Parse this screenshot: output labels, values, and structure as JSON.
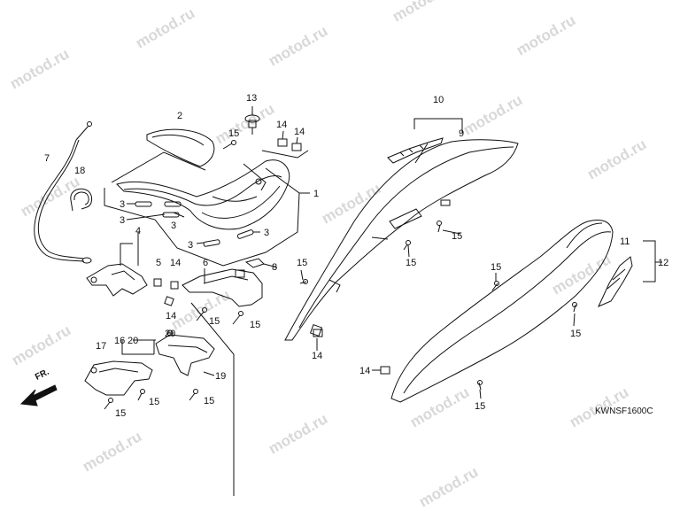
{
  "watermark": "motod.ru",
  "diagram_code": "KWNSF1600C",
  "direction_label": "FR.",
  "callouts": {
    "c1": "1",
    "c2": "2",
    "c3": "3",
    "c4": "4",
    "c5": "5",
    "c6": "6",
    "c7": "7",
    "c8": "8",
    "c9": "9",
    "c10": "10",
    "c11": "11",
    "c12": "12",
    "c13": "13",
    "c14": "14",
    "c15": "15",
    "c16": "16",
    "c17": "17",
    "c18": "18",
    "c19": "19",
    "c20": "20"
  }
}
